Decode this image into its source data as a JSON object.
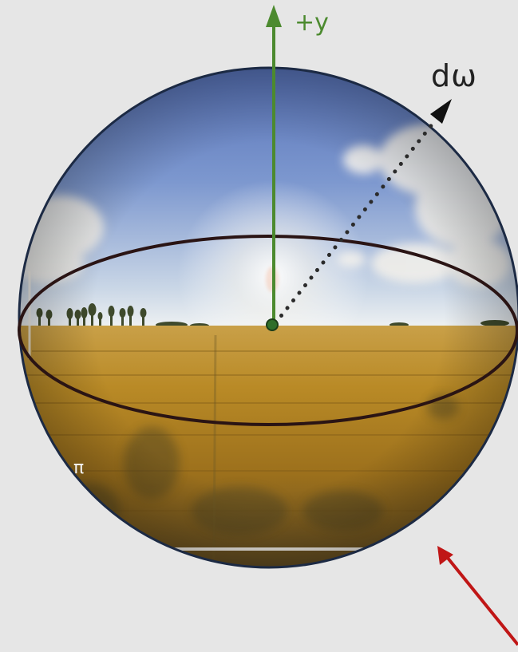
{
  "labels": {
    "up_axis": "+y",
    "solid_angle": "dω",
    "edge_mark": "π"
  },
  "icons": [
    "up-arrow-icon",
    "direction-arrow-icon",
    "pointer-arrow-icon"
  ],
  "colors": {
    "background": "#e6e6e6",
    "up_axis": "#4c8a2f",
    "equator_ring": "#2a1414",
    "sphere_outline": "#1c2a44",
    "direction_dots": "#2b2b2b",
    "pointer_arrow": "#c01616",
    "sky_top": "#5f7cc0",
    "sky_horizon": "#dde6ee",
    "field": "#b98a24"
  }
}
